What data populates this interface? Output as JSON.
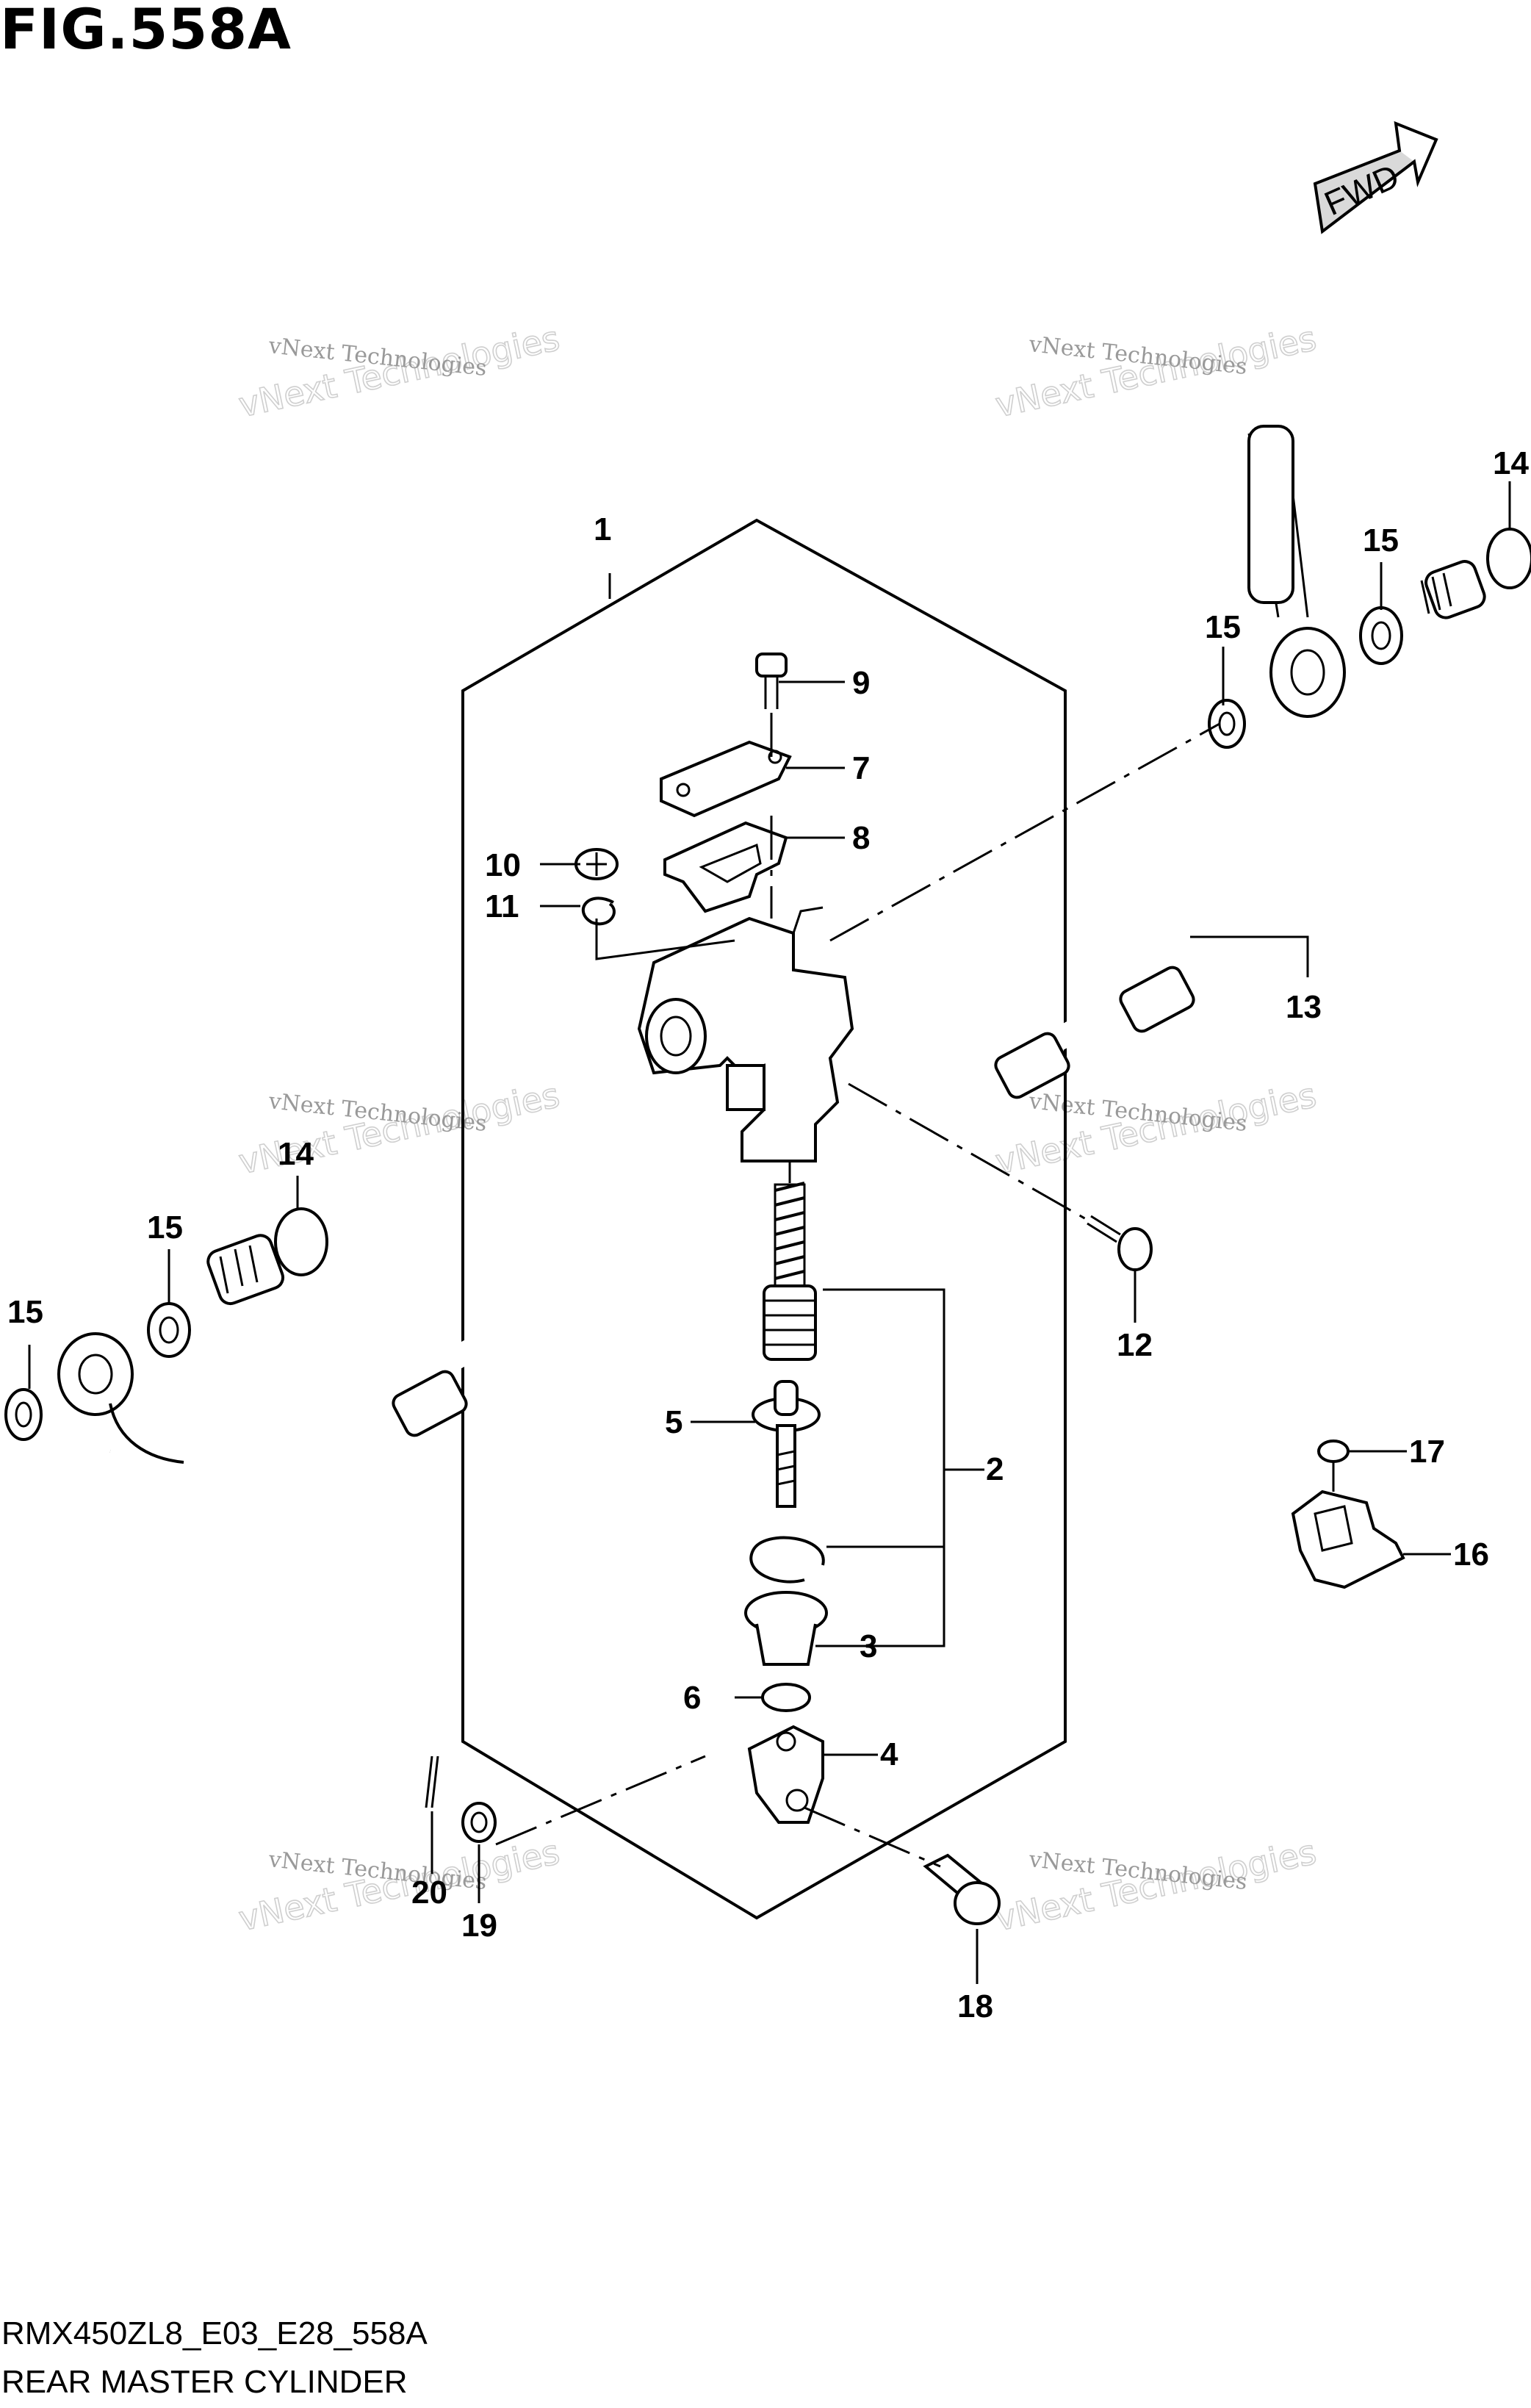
{
  "figure": {
    "title": "FIG.558A",
    "model_code": "RMX450ZL8_E03_E28_558A",
    "name": "REAR MASTER CYLINDER"
  },
  "direction_badge": {
    "label": "FWD"
  },
  "watermark": {
    "line1": "vNext Technologies",
    "line2": "vNext Technologies"
  },
  "callouts": {
    "n1": "1",
    "n2": "2",
    "n3": "3",
    "n4": "4",
    "n5": "5",
    "n6": "6",
    "n7": "7",
    "n8": "8",
    "n9": "9",
    "n10": "10",
    "n11": "11",
    "n12": "12",
    "n13": "13",
    "n14a": "14",
    "n14b": "14",
    "n15a": "15",
    "n15b": "15",
    "n15c": "15",
    "n15d": "15",
    "n16": "16",
    "n17": "17",
    "n18": "18",
    "n19": "19",
    "n20": "20"
  }
}
